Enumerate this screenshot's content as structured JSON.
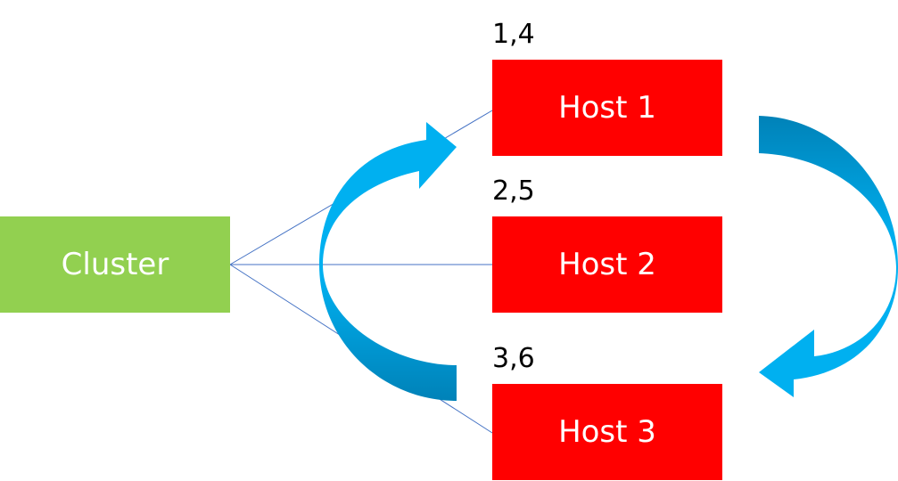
{
  "cluster": {
    "label": "Cluster",
    "color": "#92d050"
  },
  "hosts": [
    {
      "label": "Host 1",
      "assignment": "1,4",
      "color": "#ff0000"
    },
    {
      "label": "Host 2",
      "assignment": "2,5",
      "color": "#ff0000"
    },
    {
      "label": "Host 3",
      "assignment": "3,6",
      "color": "#ff0000"
    }
  ],
  "connector_color": "#4472c4",
  "arrow_colors": {
    "light": "#00b0f0",
    "dark": "#0082b8"
  },
  "arrows": [
    {
      "name": "rotation-arrow-left",
      "direction": "up",
      "from": "Host 3",
      "to": "Host 1"
    },
    {
      "name": "rotation-arrow-right",
      "direction": "down",
      "from": "Host 1",
      "to": "Host 3"
    }
  ]
}
